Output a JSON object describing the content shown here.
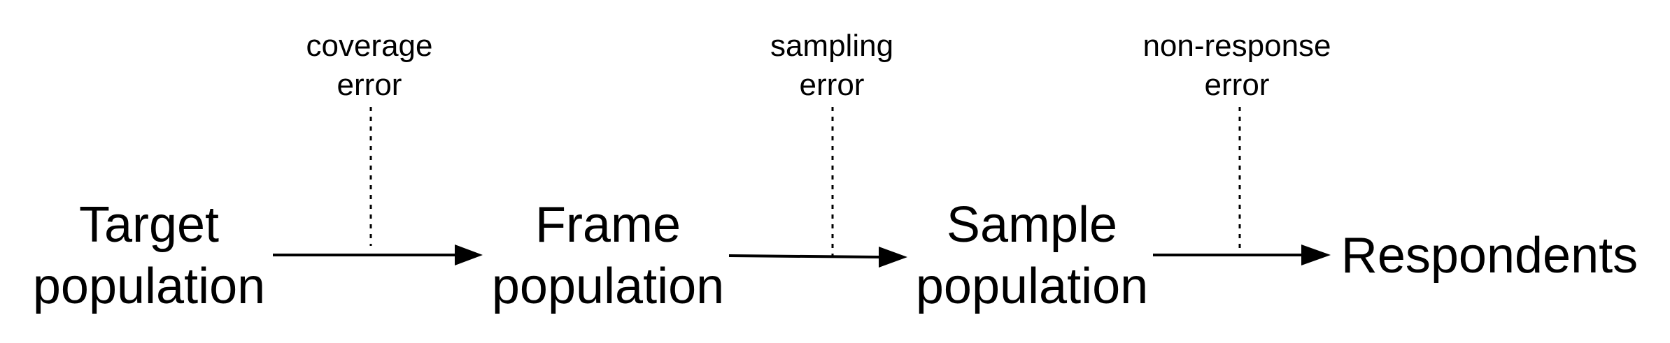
{
  "nodes": [
    {
      "id": "target",
      "line1": "Target",
      "line2": "population"
    },
    {
      "id": "frame",
      "line1": "Frame",
      "line2": "population"
    },
    {
      "id": "sample",
      "line1": "Sample",
      "line2": "population"
    },
    {
      "id": "respondents",
      "line1": "Respondents",
      "line2": ""
    }
  ],
  "errors": [
    {
      "id": "coverage",
      "line1": "coverage",
      "line2": "error"
    },
    {
      "id": "sampling",
      "line1": "sampling",
      "line2": "error"
    },
    {
      "id": "nonresponse",
      "line1": "non-response",
      "line2": "error"
    }
  ],
  "colors": {
    "ink": "#000000",
    "background": "#ffffff"
  }
}
